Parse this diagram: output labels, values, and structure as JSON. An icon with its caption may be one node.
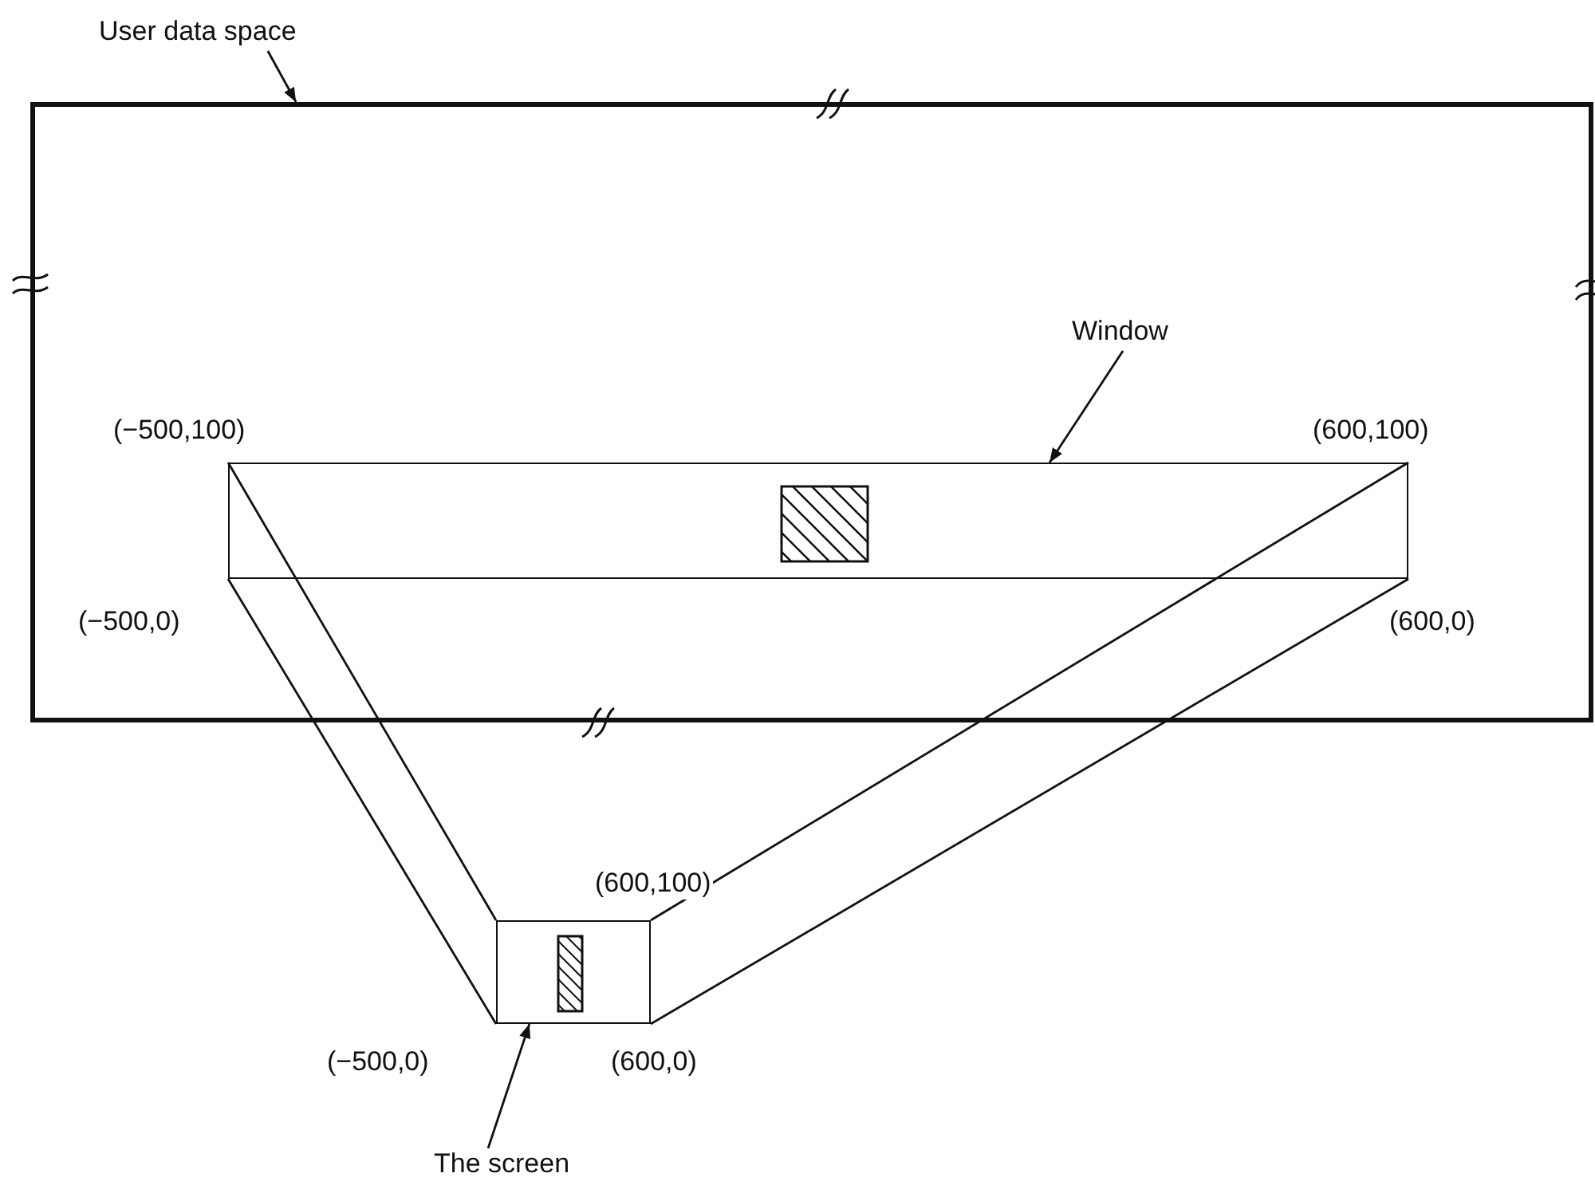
{
  "diagram": {
    "nodes": [
      {
        "text": [
          "User data space"
        ]
      },
      {
        "text": [],
        "shape": "box"
      },
      {
        "text": [
          "Window"
        ],
        "in": 1
      },
      {
        "text": [],
        "shape": "box",
        "in": 1
      },
      {
        "text": [],
        "shape": "box"
      },
      {
        "text": [
          "The screen"
        ]
      }
    ],
    "edges": [
      {
        "from": 0,
        "to": 1,
        "arrow": "to"
      },
      {
        "from": 2,
        "to": 3,
        "arrow": "to"
      },
      {
        "from": 5,
        "to": 4,
        "arrow": "to"
      },
      {
        "from": 3,
        "to": 4,
        "arrow": "none"
      },
      {
        "from": 3,
        "to": 4,
        "arrow": "none"
      },
      {
        "from": 3,
        "to": 4,
        "arrow": "none"
      },
      {
        "from": 3,
        "to": 4,
        "arrow": "none"
      }
    ],
    "labels": [
      "(−500,100)",
      "(600,100)",
      "(−500,0)",
      "(600,0)",
      "(600,100)",
      "(−500,0)",
      "(600,0)"
    ]
  }
}
